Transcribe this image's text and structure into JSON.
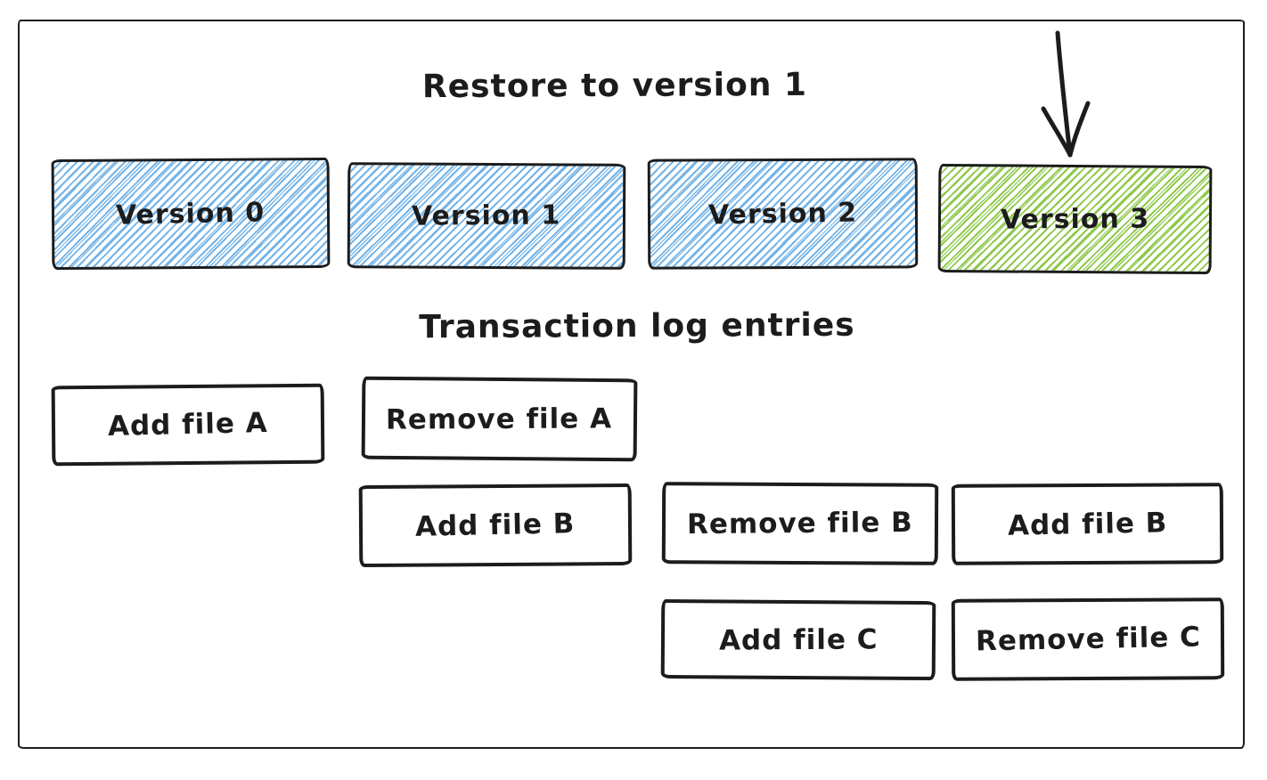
{
  "diagram": {
    "title": "Restore to version 1",
    "log_section_title": "Transaction log entries",
    "versions": [
      {
        "label": "Version 0",
        "fill": "blue-hachure"
      },
      {
        "label": "Version 1",
        "fill": "blue-hachure"
      },
      {
        "label": "Version 2",
        "fill": "blue-hachure"
      },
      {
        "label": "Version 3",
        "fill": "green-hachure",
        "marked_by": "down-arrow-icon"
      }
    ],
    "log_columns": [
      {
        "under_version": "Version 0",
        "entries": [
          "Add file A"
        ]
      },
      {
        "under_version": "Version 1",
        "entries": [
          "Remove file A",
          "Add file B"
        ]
      },
      {
        "under_version": "Version 2",
        "entries": [
          "Remove file B",
          "Add file C"
        ]
      },
      {
        "under_version": "Version 3",
        "entries": [
          "Add file B",
          "Remove file C"
        ]
      }
    ],
    "icons": {
      "restore_target": "down-arrow-icon"
    },
    "colors": {
      "ink": "#1c1c1c",
      "blue_hatch": "#74b4e8",
      "green_hatch": "#8fc94c",
      "background": "#ffffff"
    }
  }
}
